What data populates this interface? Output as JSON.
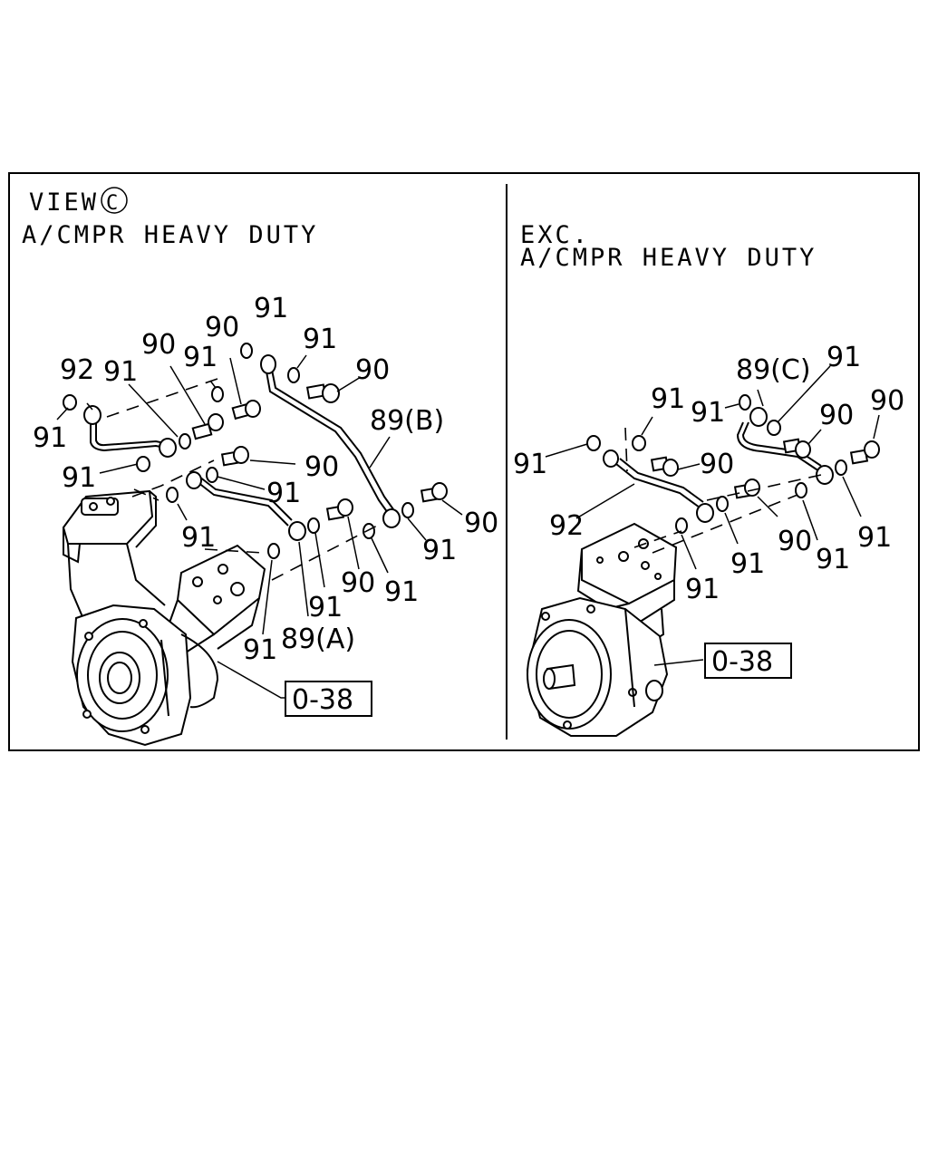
{
  "left_panel": {
    "view_word": "VIEW",
    "view_letter": "C",
    "subtitle": "A/CMPR HEAVY DUTY",
    "ref_box": "0-38",
    "callouts": {
      "c92": "92",
      "c91a": "91",
      "c91b": "91",
      "c90a": "90",
      "c91c": "91",
      "c90b": "90",
      "c91d": "91",
      "c91e": "91",
      "c90c": "90",
      "c89b": "89(B)",
      "c91f": "91",
      "c90d": "90",
      "c91g": "91",
      "c91h": "91",
      "c90e": "90",
      "c91i": "91",
      "c90f": "90",
      "c91j": "91",
      "c91k": "91",
      "c89a": "89(A)",
      "c91l": "91"
    }
  },
  "right_panel": {
    "title_line1": "EXC.",
    "title_line2": "A/CMPR HEAVY DUTY",
    "ref_box": "0-38",
    "callouts": {
      "c89c": "89(C)",
      "c91a": "91",
      "c91b": "91",
      "c91c": "91",
      "c90a": "90",
      "c90b": "90",
      "c91d": "91",
      "c90c": "90",
      "c92": "92",
      "c91e": "91",
      "c90d": "90",
      "c91f": "91",
      "c91g": "91",
      "c91h": "91"
    }
  }
}
